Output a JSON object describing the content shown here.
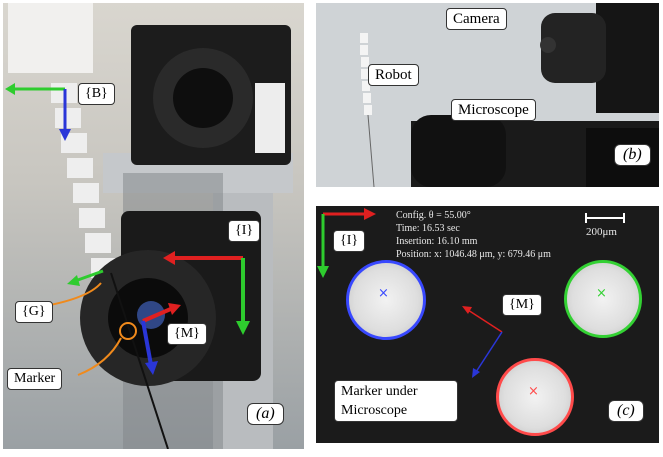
{
  "panel_a": {
    "label": "(a)",
    "labels": {
      "b": "{B}",
      "i": "{I}",
      "g": "{G}",
      "m": "{M}",
      "marker": "Marker"
    }
  },
  "panel_b": {
    "label": "(b)",
    "labels": {
      "camera": "Camera",
      "robot": "Robot",
      "microscope": "Microscope"
    }
  },
  "panel_c": {
    "label": "(c)",
    "info": {
      "config": "Config. θ = 55.00°",
      "time": "Time: 16.53 sec",
      "insertion": "Insertion: 16.10 mm",
      "position": "Position: x: 1046.48 μm, y: 679.46 μm"
    },
    "scale_bar": "200μm",
    "frame_i": "{I}",
    "frame_m": "{M}",
    "marker_caption_line1": "Marker under",
    "marker_caption_line2": "Microscope"
  },
  "colors": {
    "red": "#e02020",
    "green": "#2ecc2e",
    "blue": "#2a36d8",
    "orange": "#f08a1c",
    "circle_blue": "#3848ff",
    "circle_green": "#33d133",
    "circle_red": "#ff4a4a"
  }
}
